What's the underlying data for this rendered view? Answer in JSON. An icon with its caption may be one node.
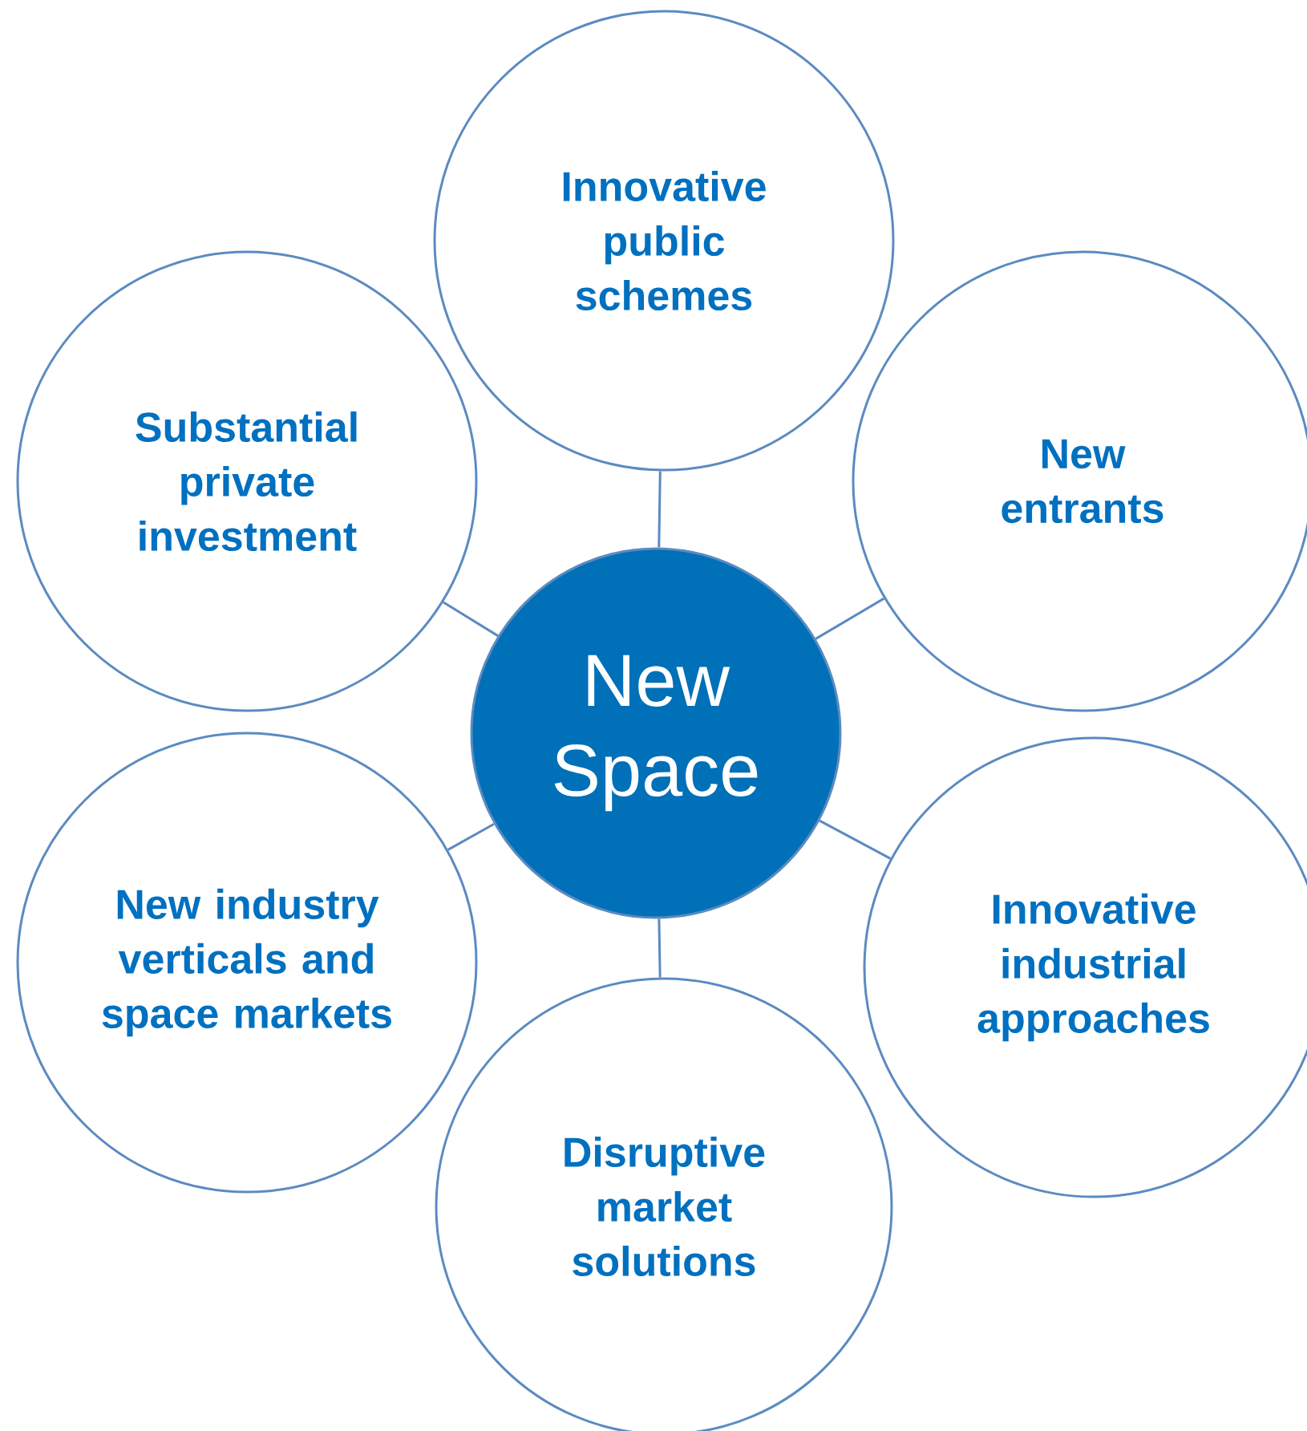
{
  "diagram": {
    "nodes": [
      {
        "text": [
          "New Space"
        ]
      },
      {
        "text": [
          "Innovative public schemes"
        ]
      },
      {
        "text": [
          "New entrants"
        ]
      },
      {
        "text": [
          "Innovative industrial approaches"
        ]
      },
      {
        "text": [
          "Disruptive market solutions"
        ]
      },
      {
        "text": [
          "New industry verticals and space markets"
        ]
      },
      {
        "text": [
          "Substantial private investment"
        ]
      }
    ],
    "edges": [
      {
        "from": 0,
        "to": 1,
        "arrow": "none"
      },
      {
        "from": 0,
        "to": 2,
        "arrow": "none"
      },
      {
        "from": 0,
        "to": 3,
        "arrow": "none"
      },
      {
        "from": 0,
        "to": 4,
        "arrow": "none"
      },
      {
        "from": 0,
        "to": 5,
        "arrow": "none"
      },
      {
        "from": 0,
        "to": 6,
        "arrow": "none"
      }
    ]
  }
}
